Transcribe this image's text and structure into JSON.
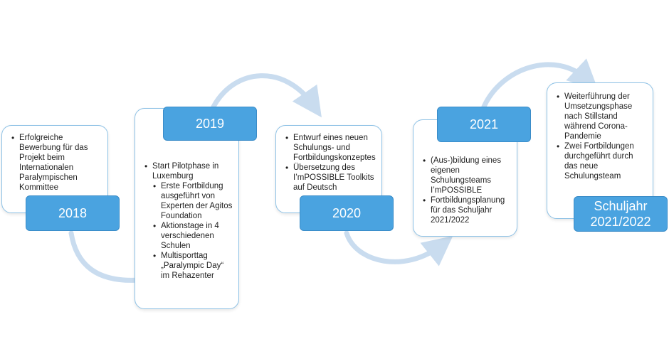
{
  "nodes": [
    {
      "year": "2018",
      "items": [
        {
          "text": "Erfolgreiche Bewerbung für das Projekt beim Internationalen Paralympischen Kommittee",
          "sub": false
        }
      ]
    },
    {
      "year": "2019",
      "items": [
        {
          "text": "Start Pilotphase in Luxemburg",
          "sub": false
        },
        {
          "text": "Erste Fortbildung ausgeführt von Experten der Agitos Foundation",
          "sub": true
        },
        {
          "text": "Aktionstage in 4 verschiedenen Schulen",
          "sub": true
        },
        {
          "text": "Multisporttag „Paralympic Day“ im Rehazenter",
          "sub": true
        }
      ]
    },
    {
      "year": "2020",
      "items": [
        {
          "text": "Entwurf eines neuen Schulungs- und Fortbildungskonzeptes",
          "sub": false
        },
        {
          "text": "Übersetzung des I’mPOSSIBLE Toolkits auf Deutsch",
          "sub": false
        }
      ]
    },
    {
      "year": "2021",
      "items": [
        {
          "text": "(Aus-)bildung eines eigenen Schulungsteams I’mPOSSIBLE",
          "sub": false
        },
        {
          "text": "Fortbildungsplanung für das Schuljahr 2021/2022",
          "sub": false
        }
      ]
    },
    {
      "year": "Schuljahr\n2021/2022",
      "items": [
        {
          "text": "Weiterführung der Umsetzungsphase nach Stillstand während Corona-Pandemie",
          "sub": false
        },
        {
          "text": "Zwei Fortbildungen durchgeführt durch das neue Schulungsteam",
          "sub": false
        }
      ]
    }
  ],
  "colors": {
    "year_fill": "#4aa3e0",
    "card_border": "#8ec2e6",
    "arrow": "#c9dcef"
  }
}
